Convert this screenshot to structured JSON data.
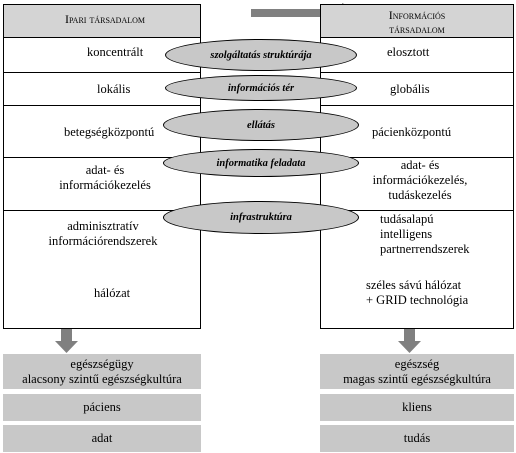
{
  "left": {
    "header": "Ipari társadalom",
    "rows": [
      "koncentrált",
      "lokális",
      "betegségközpontú",
      "adat- és\ninformációkezelés",
      "adminisztratív\ninformációrendszerek",
      "hálózat"
    ],
    "results": [
      "egészségügy\nalacsony szintű egészségkultúra",
      "páciens",
      "adat"
    ]
  },
  "right": {
    "header": "Információs\ntársadalom",
    "rows": [
      "elosztott",
      "globális",
      "pácienközpontú",
      "adat- és\ninformációkezelés,\ntudáskezelés",
      "tudásalapú\nintelligens\npartnerrendszerek",
      "széles sávú hálózat\n+ GRID technológia"
    ],
    "results": [
      "egészség\nmagas szintű egészségkultúra",
      "kliens",
      "tudás"
    ]
  },
  "ellipses": [
    "szolgáltatás struktúrája",
    "információs tér",
    "ellátás",
    "informatika feladata",
    "infrastruktúra"
  ]
}
